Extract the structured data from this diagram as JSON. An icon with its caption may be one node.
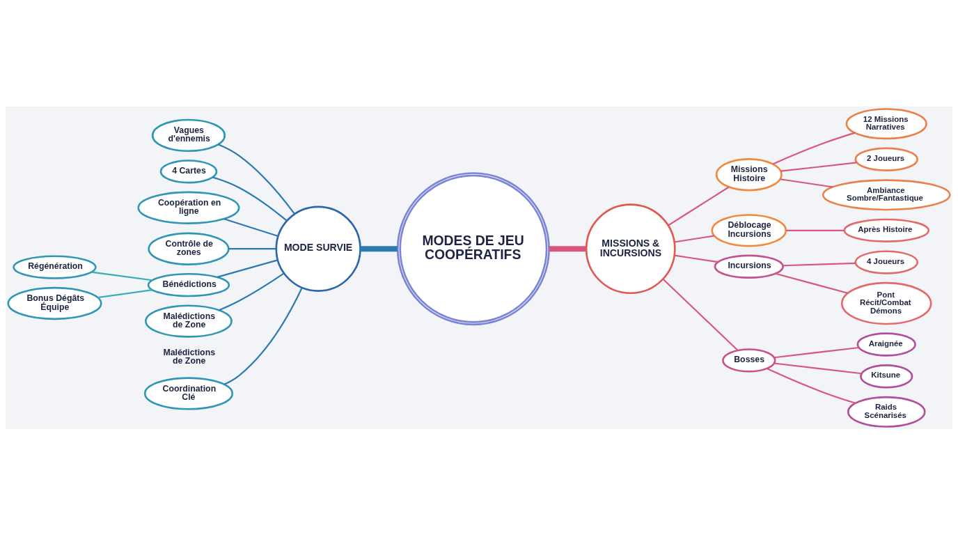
{
  "diagram": {
    "nodes": [
      {
        "text": [
          "MODES DE JEU COOPÉRATIFS"
        ]
      },
      {
        "text": [
          "MODE SURVIE"
        ]
      },
      {
        "text": [
          "Vagues d'ennemis"
        ]
      },
      {
        "text": [
          "4 Cartes"
        ]
      },
      {
        "text": [
          "Coopération en ligne"
        ]
      },
      {
        "text": [
          "Contrôle de zones"
        ]
      },
      {
        "text": [
          "Bénédictions"
        ]
      },
      {
        "text": [
          "Régénération"
        ]
      },
      {
        "text": [
          "Bonus Dégâts Équipe"
        ]
      },
      {
        "text": [
          "Malédictions de Zone"
        ],
        "beside": [
          "Malédictions de Zone"
        ]
      },
      {
        "text": [
          "Coordination Clé"
        ]
      },
      {
        "text": [
          "MISSIONS & INCURSIONS"
        ]
      },
      {
        "text": [
          "Missions Histoire"
        ]
      },
      {
        "text": [
          "12 Missions Narratives"
        ]
      },
      {
        "text": [
          "2 Joueurs"
        ]
      },
      {
        "text": [
          "Ambiance Sombre/Fantastique"
        ]
      },
      {
        "text": [
          "Déblocage Incursions"
        ]
      },
      {
        "text": [
          "Après Histoire"
        ]
      },
      {
        "text": [
          "Incursions"
        ]
      },
      {
        "text": [
          "4 Joueurs"
        ]
      },
      {
        "text": [
          "Pont Récit/Combat Démons"
        ]
      },
      {
        "text": [
          "Bosses"
        ]
      },
      {
        "text": [
          "Araignée"
        ]
      },
      {
        "text": [
          "Kitsune"
        ]
      },
      {
        "text": [
          "Raids Scénarisés"
        ]
      }
    ],
    "edges": [
      {
        "from": 1,
        "to": 0,
        "arrow": "none",
        "style": "thick",
        "color": "#2b7bb0"
      },
      {
        "from": 2,
        "to": 1,
        "arrow": "none",
        "color": "#2b7bb0"
      },
      {
        "from": 3,
        "to": 1,
        "arrow": "none",
        "color": "#2b7bb0"
      },
      {
        "from": 4,
        "to": 1,
        "arrow": "none",
        "color": "#2b7bb0"
      },
      {
        "from": 5,
        "to": 1,
        "arrow": "none",
        "color": "#2b7bb0"
      },
      {
        "from": 6,
        "to": 1,
        "arrow": "none",
        "color": "#2b7bb0"
      },
      {
        "from": 7,
        "to": 6,
        "arrow": "none",
        "color": "#3aaeb8"
      },
      {
        "from": 8,
        "to": 6,
        "arrow": "none",
        "color": "#3aaeb8"
      },
      {
        "from": 9,
        "to": 1,
        "arrow": "none",
        "color": "#2b7bb0"
      },
      {
        "from": 10,
        "to": 1,
        "arrow": "none",
        "color": "#2b7bb0"
      },
      {
        "from": 0,
        "to": 11,
        "arrow": "none",
        "style": "thick"
      },
      {
        "from": 11,
        "to": 12,
        "arrow": "none"
      },
      {
        "from": 12,
        "to": 13,
        "arrow": "none"
      },
      {
        "from": 12,
        "to": 14,
        "arrow": "none"
      },
      {
        "from": 12,
        "to": 15,
        "arrow": "none"
      },
      {
        "from": 11,
        "to": 16,
        "arrow": "none"
      },
      {
        "from": 16,
        "to": 17,
        "arrow": "none"
      },
      {
        "from": 11,
        "to": 18,
        "arrow": "none"
      },
      {
        "from": 18,
        "to": 19,
        "arrow": "none"
      },
      {
        "from": 18,
        "to": 20,
        "arrow": "none"
      },
      {
        "from": 11,
        "to": 21,
        "arrow": "none"
      },
      {
        "from": 21,
        "to": 22,
        "arrow": "none"
      },
      {
        "from": 21,
        "to": 23,
        "arrow": "none"
      },
      {
        "from": 21,
        "to": 24,
        "arrow": "none"
      }
    ]
  }
}
